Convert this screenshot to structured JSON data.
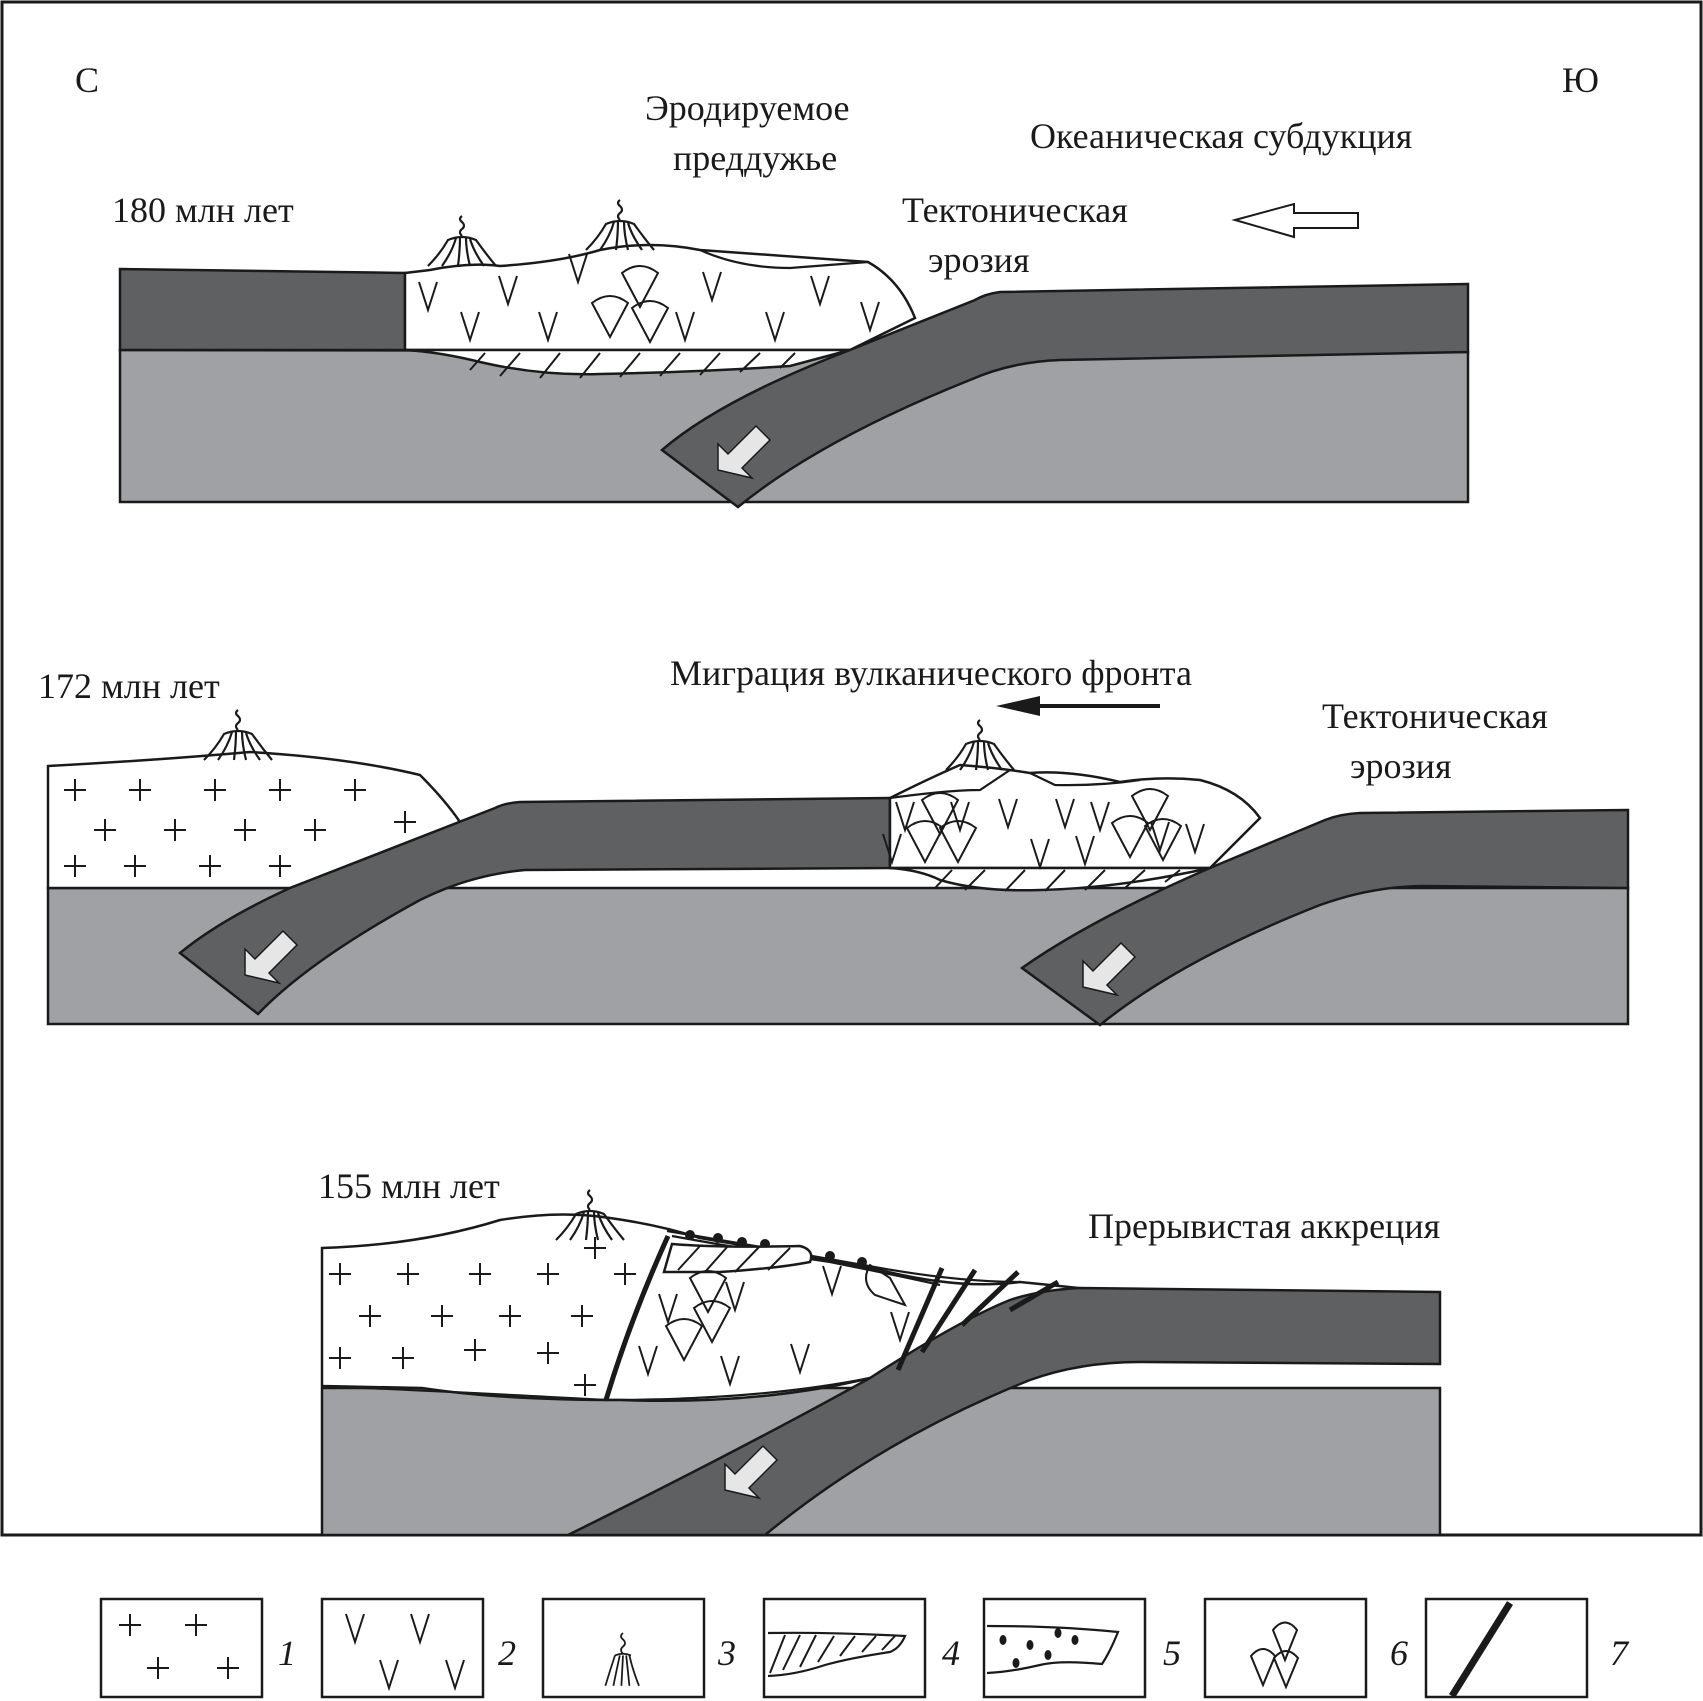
{
  "figure": {
    "direction_labels": {
      "north": "С",
      "south": "Ю"
    },
    "panels": [
      {
        "age": "180 млн лет",
        "labels": {
          "forearc": [
            "Эродируемое",
            "преддужье"
          ],
          "oceanic_subduction": "Океаническая субдукция",
          "tectonic_erosion": [
            "Тектоническая",
            "эрозия"
          ]
        },
        "arrows": [
          "hollow-left-arrow-icon",
          "subduction-arrow-icon"
        ]
      },
      {
        "age": "172 млн лет",
        "labels": {
          "volcanic_front_migration": "Миграция вулканического фронта",
          "tectonic_erosion": [
            "Тектоническая",
            "эрозия"
          ]
        },
        "arrows": [
          "solid-left-arrow-icon",
          "subduction-arrow-icon",
          "subduction-arrow-icon"
        ]
      },
      {
        "age": "155 млн лет",
        "labels": {
          "intermittent_accretion": "Прерывистая аккреция"
        },
        "arrows": [
          "subduction-arrow-icon"
        ]
      }
    ],
    "legend": [
      {
        "number": "1",
        "symbol": "plus-pattern-icon"
      },
      {
        "number": "2",
        "symbol": "v-pattern-icon"
      },
      {
        "number": "3",
        "symbol": "volcano-icon"
      },
      {
        "number": "4",
        "symbol": "hatched-lens-icon"
      },
      {
        "number": "5",
        "symbol": "dotted-lens-icon"
      },
      {
        "number": "6",
        "symbol": "teardrop-cluster-icon"
      },
      {
        "number": "7",
        "symbol": "thick-fault-line-icon"
      }
    ],
    "colors": {
      "mantle": "#a0a1a4",
      "oceanic_plate": "#5f6062",
      "crust": "#ffffff",
      "outline": "#1a1a1a"
    }
  }
}
